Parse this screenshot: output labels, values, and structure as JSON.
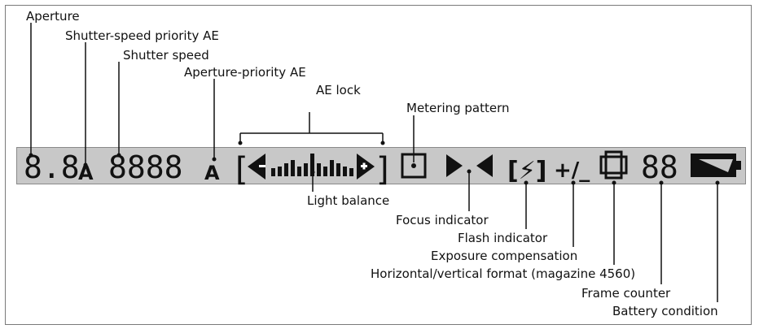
{
  "labels": {
    "aperture": "Aperture",
    "shutter_priority": "Shutter-speed priority AE",
    "shutter_speed": "Shutter speed",
    "aperture_priority": "Aperture-priority AE",
    "ae_lock": "AE lock",
    "metering": "Metering pattern",
    "light_balance": "Light balance",
    "focus": "Focus indicator",
    "flash": "Flash indicator",
    "exposure_comp": "Exposure compensation",
    "format": "Horizontal/vertical format (magazine 4560)",
    "frame_counter": "Frame counter",
    "battery": "Battery condition"
  },
  "display": {
    "aperture_value": "8.8",
    "shutter_priority_symbol": "A",
    "shutter_value": "8888",
    "aperture_priority_symbol": "A",
    "bracket_left": "[",
    "bracket_right": "]",
    "flash_symbol": "[⚡]",
    "exp_comp_symbol": "+/_",
    "frame_count": "88"
  },
  "colors": {
    "segment": "#111111",
    "strip": "#c8c8c8",
    "leader": "#111111"
  },
  "icons": [
    "metering-icon",
    "focus-icon",
    "flash-icon",
    "format-icon",
    "battery-icon"
  ]
}
